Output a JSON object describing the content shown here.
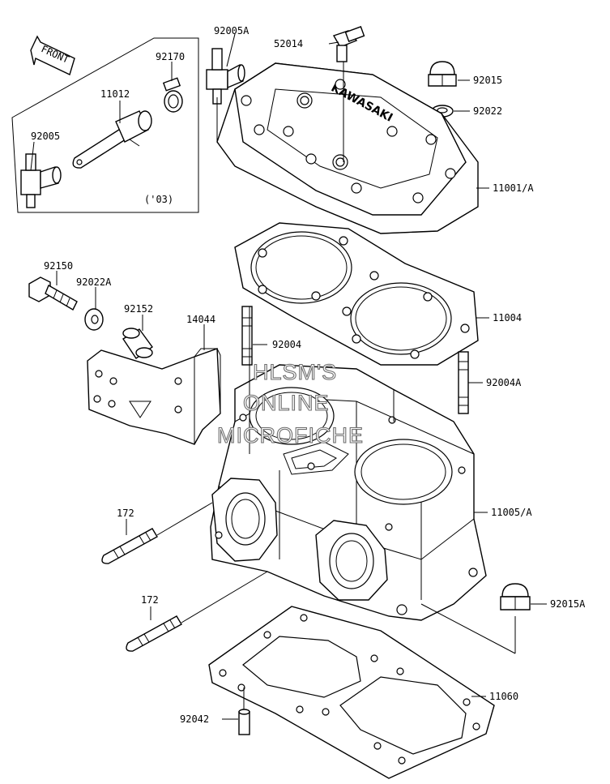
{
  "front_label": "FRONT",
  "inset_note": "('03)",
  "watermark": [
    "HLSM'S",
    "ONLINE",
    "MICROFICHE"
  ],
  "engraving": "KAWASAKI",
  "parts": {
    "p52014": "52014",
    "p92005A": "92005A",
    "p92170": "92170",
    "p11012": "11012",
    "p92005": "92005",
    "p92015": "92015",
    "p92022": "92022",
    "p11001A": "11001/A",
    "p11004": "11004",
    "p92150": "92150",
    "p92022A": "92022A",
    "p92152": "92152",
    "p14044": "14044",
    "p92004": "92004",
    "p92004A": "92004A",
    "p11005A": "11005/A",
    "p172a": "172",
    "p172b": "172",
    "p92015A": "92015A",
    "p11060": "11060",
    "p92042": "92042"
  }
}
